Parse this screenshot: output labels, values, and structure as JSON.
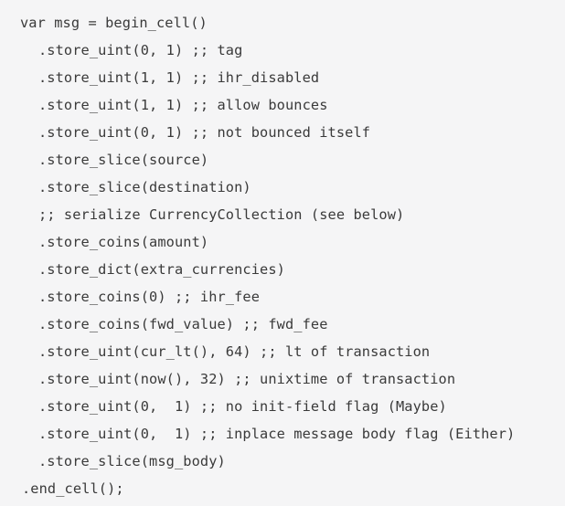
{
  "code": {
    "lines": [
      "var msg = begin_cell()",
      ".store_uint(0, 1) ;; tag",
      ".store_uint(1, 1) ;; ihr_disabled",
      ".store_uint(1, 1) ;; allow bounces",
      ".store_uint(0, 1) ;; not bounced itself",
      ".store_slice(source)",
      ".store_slice(destination)",
      ";; serialize CurrencyCollection (see below)",
      ".store_coins(amount)",
      ".store_dict(extra_currencies)",
      ".store_coins(0) ;; ihr_fee",
      ".store_coins(fwd_value) ;; fwd_fee",
      ".store_uint(cur_lt(), 64) ;; lt of transaction",
      ".store_uint(now(), 32) ;; unixtime of transaction",
      ".store_uint(0,  1) ;; no init-field flag (Maybe)",
      ".store_uint(0,  1) ;; inplace message body flag (Either)",
      ".store_slice(msg_body)",
      ".end_cell();"
    ]
  }
}
